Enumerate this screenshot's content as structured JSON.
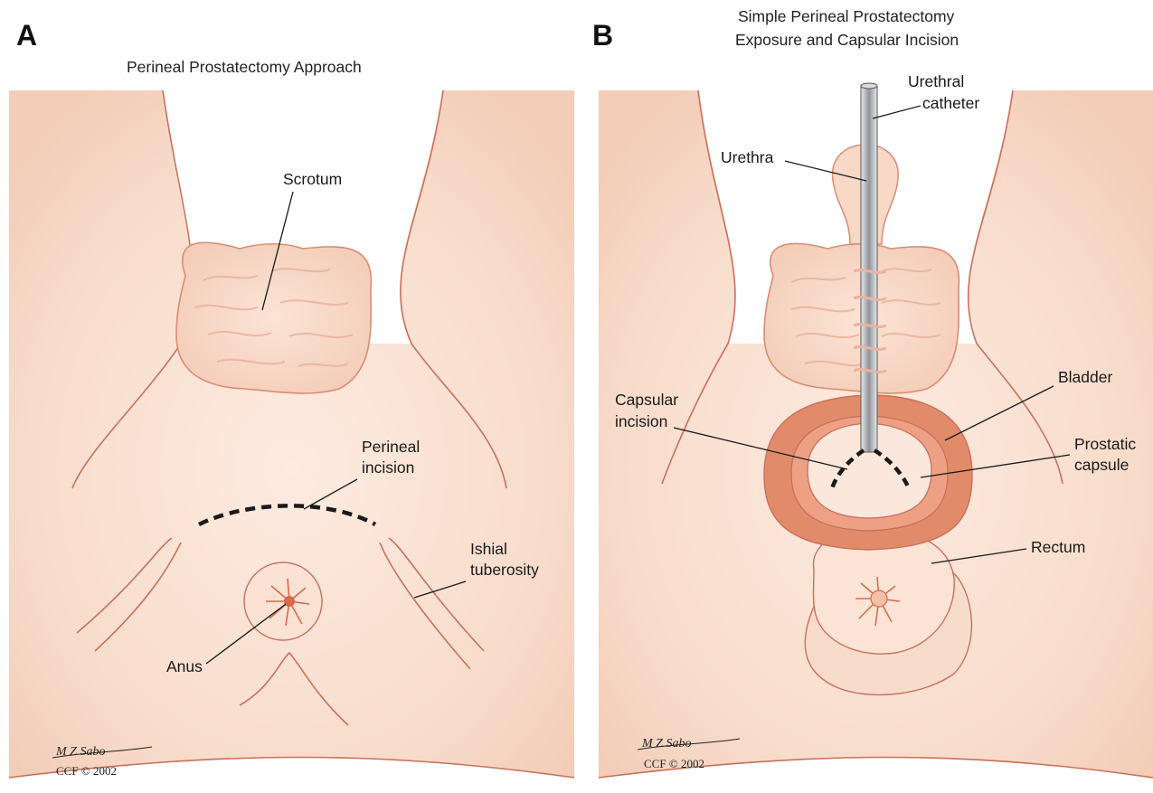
{
  "panel_a": {
    "letter": "A",
    "title": "Perineal Prostatectomy Approach",
    "labels": {
      "scrotum": "Scrotum",
      "perineal_1": "Perineal",
      "perineal_2": "incision",
      "ishial_1": "Ishial",
      "ishial_2": "tuberosity",
      "anus": "Anus"
    },
    "signature": "M Z Sabo",
    "copyright": "CCF © 2002"
  },
  "panel_b": {
    "letter": "B",
    "title_line1": "Simple Perineal Prostatectomy",
    "title_line2": "Exposure and Capsular Incision",
    "labels": {
      "urethral_1": "Urethral",
      "urethral_2": "catheter",
      "urethra": "Urethra",
      "capsular_1": "Capsular",
      "capsular_2": "incision",
      "bladder": "Bladder",
      "prostatic_1": "Prostatic",
      "prostatic_2": "capsule",
      "rectum": "Rectum"
    },
    "signature": "M Z Sabo",
    "copyright": "CCF © 2002"
  },
  "colors": {
    "skin": "#f9dfcf",
    "outline": "#c8705a",
    "bladder": "#e0886a",
    "capsule_fill": "#fbe7dc"
  }
}
